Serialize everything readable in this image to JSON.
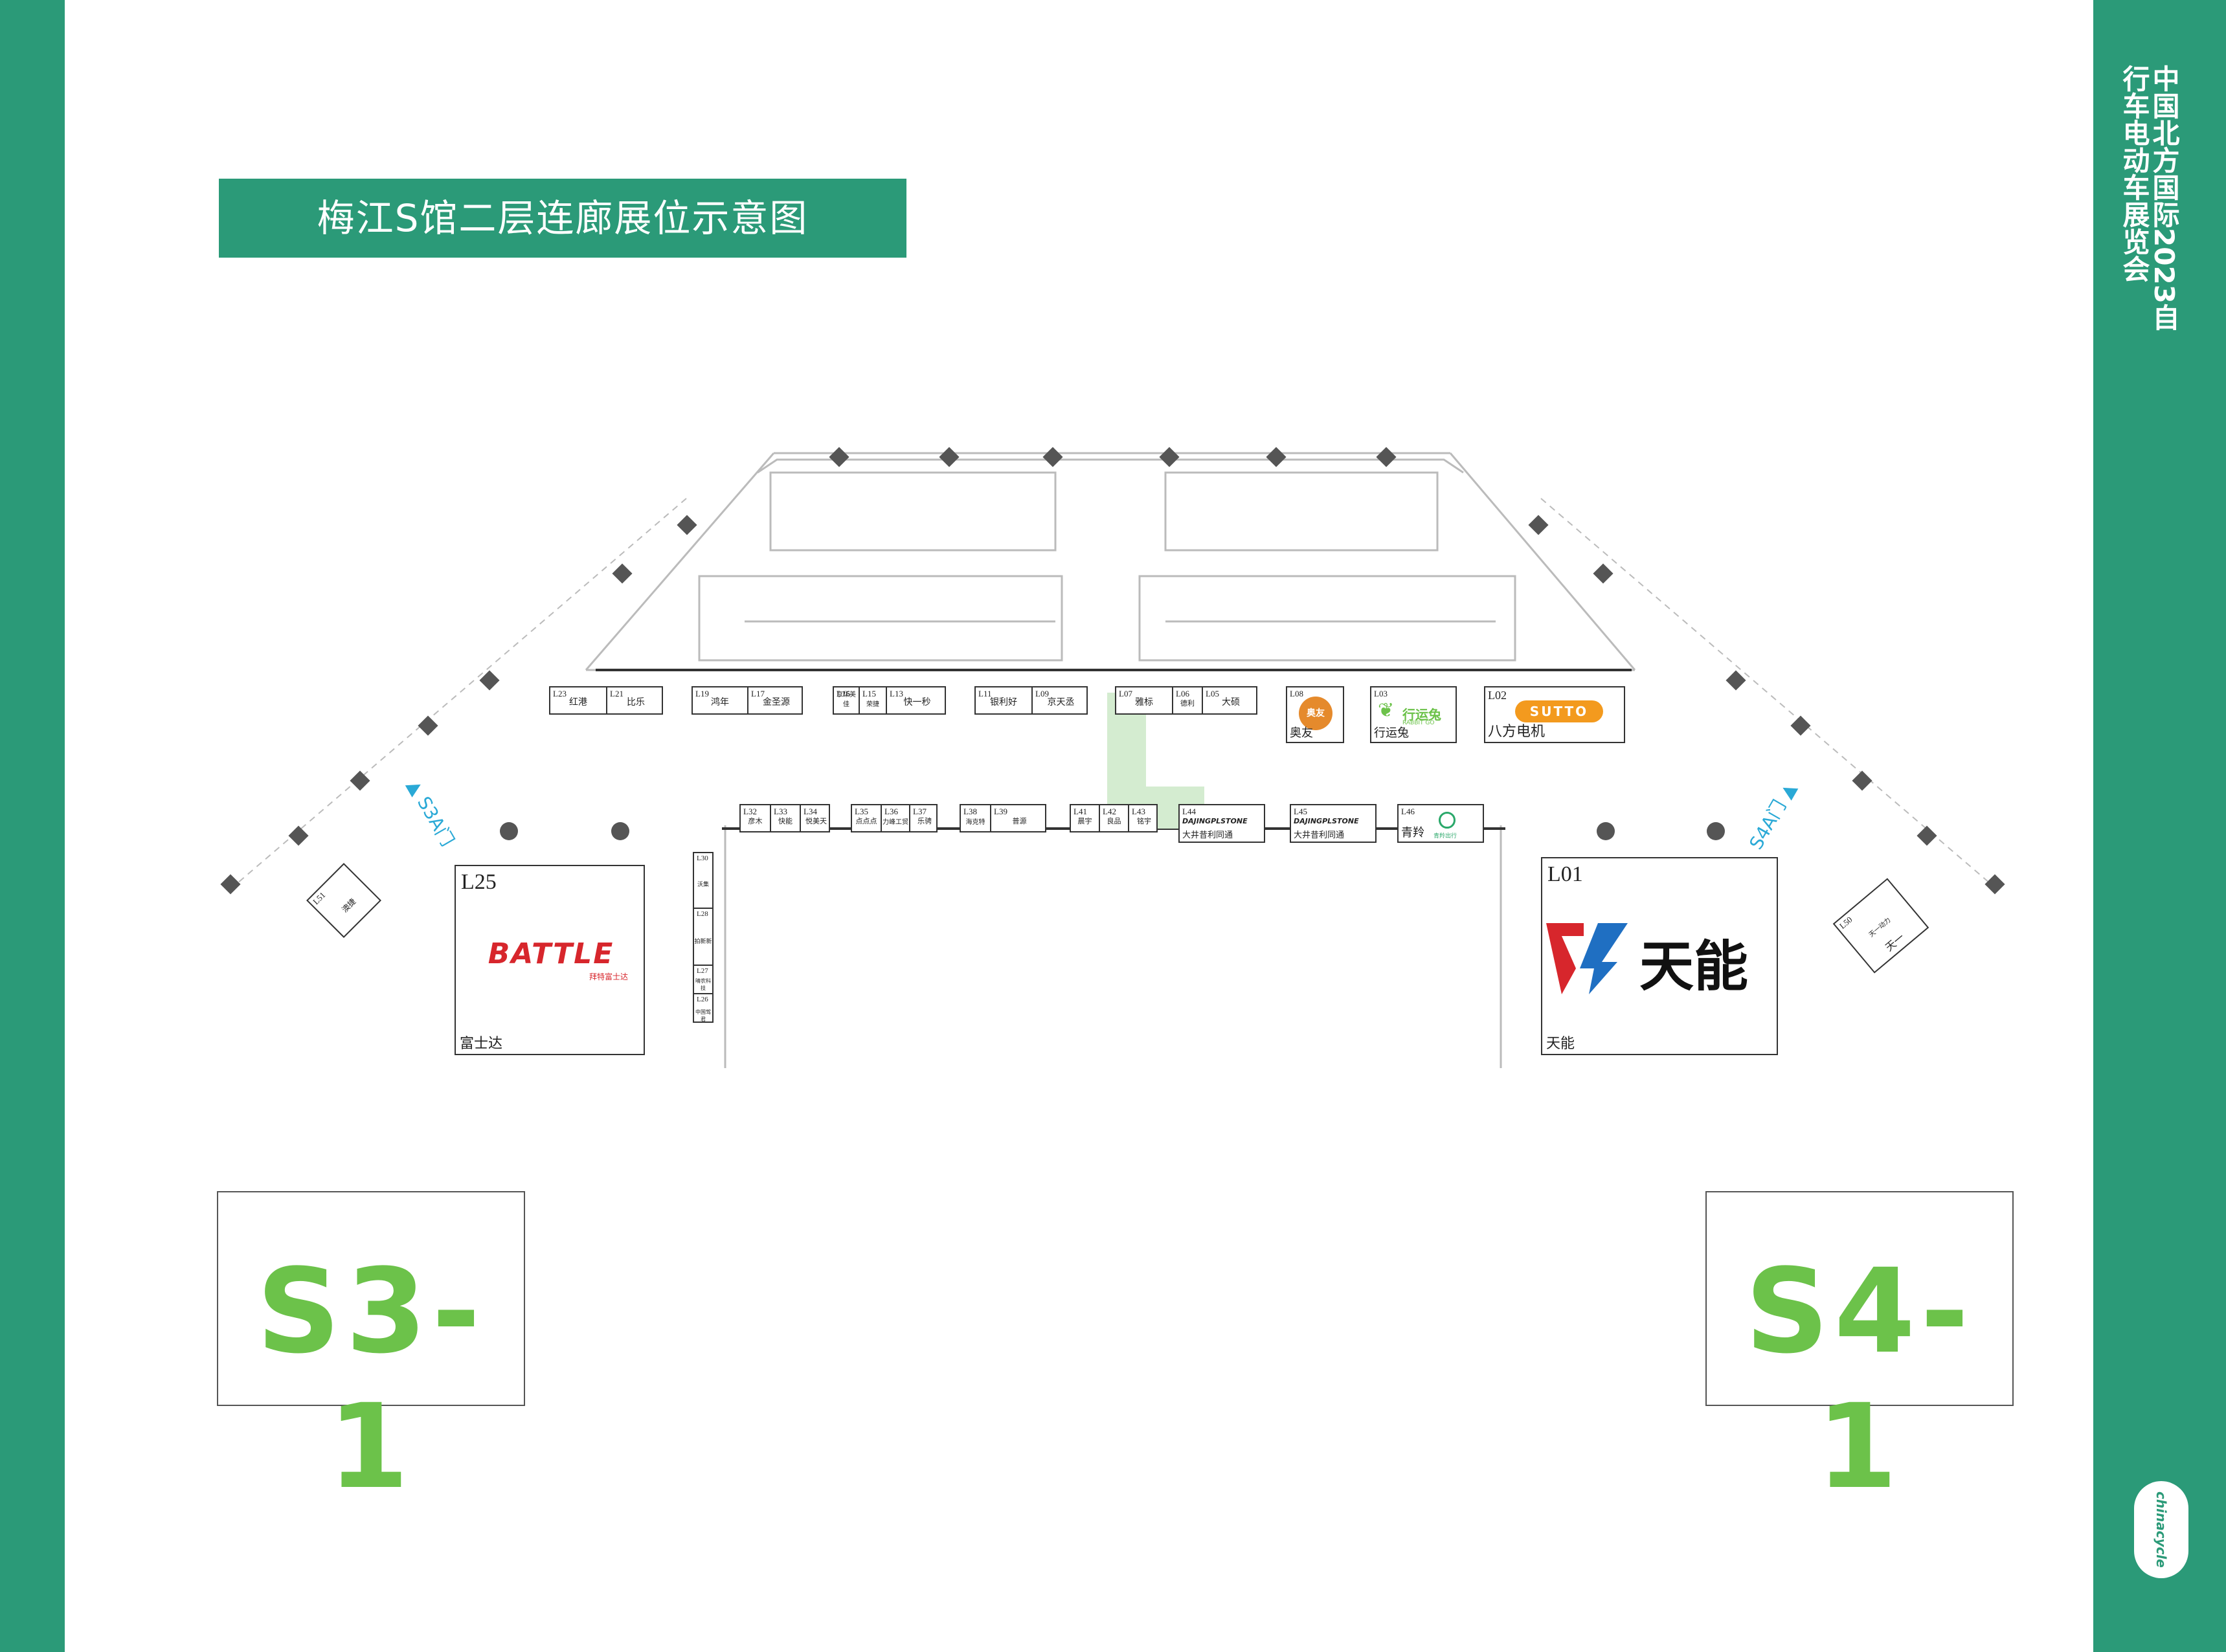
{
  "title": "梅江S馆二层连廊展位示意图",
  "expo_title": "中国北方国际2023自行车电动车展览会",
  "logo_text": "chinacycle",
  "colors": {
    "brand_green": "#2b9a78",
    "hall_green": "#6cc24a",
    "gate_blue": "#2aa9d6"
  },
  "gates": {
    "s3a": "S3A门",
    "s4a": "S4A门"
  },
  "halls": {
    "left": "S3-1",
    "right": "S4-1"
  },
  "row1": [
    {
      "id": "L23",
      "name": "红港"
    },
    {
      "id": "L21",
      "name": "比乐"
    },
    {
      "id": "L19",
      "name": "鸿年"
    },
    {
      "id": "L17",
      "name": "金圣源"
    },
    {
      "id": "L16",
      "name": "京华美佳"
    },
    {
      "id": "L15",
      "name": "荣捷"
    },
    {
      "id": "L13",
      "name": "快一秒"
    },
    {
      "id": "L11",
      "name": "银利好"
    },
    {
      "id": "L09",
      "name": "京天丞"
    },
    {
      "id": "L07",
      "name": "雅标"
    },
    {
      "id": "L06",
      "name": "德利"
    },
    {
      "id": "L05",
      "name": "大硕"
    },
    {
      "id": "L08",
      "name": "奥友",
      "logo": "奥友"
    },
    {
      "id": "L03",
      "name": "行运兔",
      "logo": "行运兔",
      "logo_sub": "RABBIT GO"
    },
    {
      "id": "L02",
      "name": "八方电机",
      "logo": "SUTTO"
    }
  ],
  "row2": [
    {
      "id": "L32",
      "name": "彦木"
    },
    {
      "id": "L33",
      "name": "快能"
    },
    {
      "id": "L34",
      "name": "悦美天"
    },
    {
      "id": "L35",
      "name": "点点点"
    },
    {
      "id": "L36",
      "name": "力峰工贸"
    },
    {
      "id": "L37",
      "name": "乐骋"
    },
    {
      "id": "L38",
      "name": "海克特"
    },
    {
      "id": "L39",
      "name": "普源"
    },
    {
      "id": "L41",
      "name": "晨宇"
    },
    {
      "id": "L42",
      "name": "良品"
    },
    {
      "id": "L43",
      "name": "铭宇"
    },
    {
      "id": "L44",
      "name": "大井昔利同通",
      "logo": "DAJINGPLSTONE"
    },
    {
      "id": "L45",
      "name": "大井昔利同通",
      "logo": "DAJINGPLSTONE"
    },
    {
      "id": "L46",
      "name": "青羚",
      "logo": "青羚出行"
    }
  ],
  "column": [
    {
      "id": "L30",
      "name": "沃集"
    },
    {
      "id": "L28",
      "name": "拍新新"
    },
    {
      "id": "L27",
      "name": "晴农科技"
    },
    {
      "id": "L26",
      "name": "中国驾君"
    }
  ],
  "big_left": {
    "id": "L25",
    "name": "富士达",
    "logo": "BATTLE",
    "logo_sub": "拜特富士达"
  },
  "big_right": {
    "id": "L01",
    "name": "天能",
    "logo": "天能"
  },
  "corner_left": {
    "id": "L51",
    "name": "澳捷"
  },
  "corner_right": {
    "id": "L50",
    "name": "天一",
    "logo_sub": "天一动力"
  }
}
